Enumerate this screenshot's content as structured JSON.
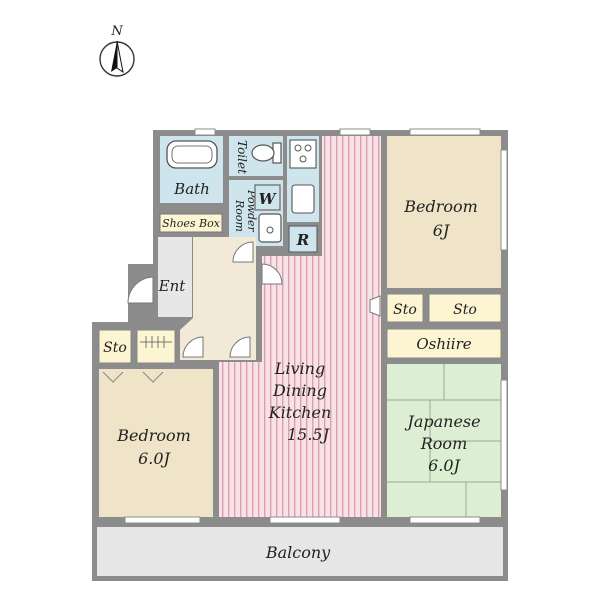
{
  "compass": {
    "label": "N"
  },
  "rooms": {
    "bath": "Bath",
    "toilet": "Toilet",
    "powder_room": [
      "Powder",
      "Room"
    ],
    "washer": "W",
    "fridge": "R",
    "shoes_box": "Shoes Box",
    "entrance": "Ent",
    "storage_left": "Sto",
    "storage_right_1": "Sto",
    "storage_right_2": "Sto",
    "oshiire": "Oshiire",
    "bedroom_ne": {
      "name": "Bedroom",
      "size": "6J"
    },
    "bedroom_sw": {
      "name": "Bedroom",
      "size": "6.0J"
    },
    "ldk": {
      "lines": [
        "Living",
        "Dining",
        "Kitchen"
      ],
      "size": "15.5J"
    },
    "japanese_room": {
      "lines": [
        "Japanese",
        "Room"
      ],
      "size": "6.0J"
    },
    "balcony": "Balcony"
  },
  "colors": {
    "wall": "#8c8c8c",
    "bath_blue": "#cfe5ee",
    "bedroom_beige": "#efe3c8",
    "hall_beige": "#f2ead6",
    "ldk_stripe": "#e9b8c3",
    "ldk_bg": "#f8e2e7",
    "tatami": "#dcefd2",
    "storage_cream": "#fdf5d2",
    "balcony": "#e6e6e6"
  }
}
